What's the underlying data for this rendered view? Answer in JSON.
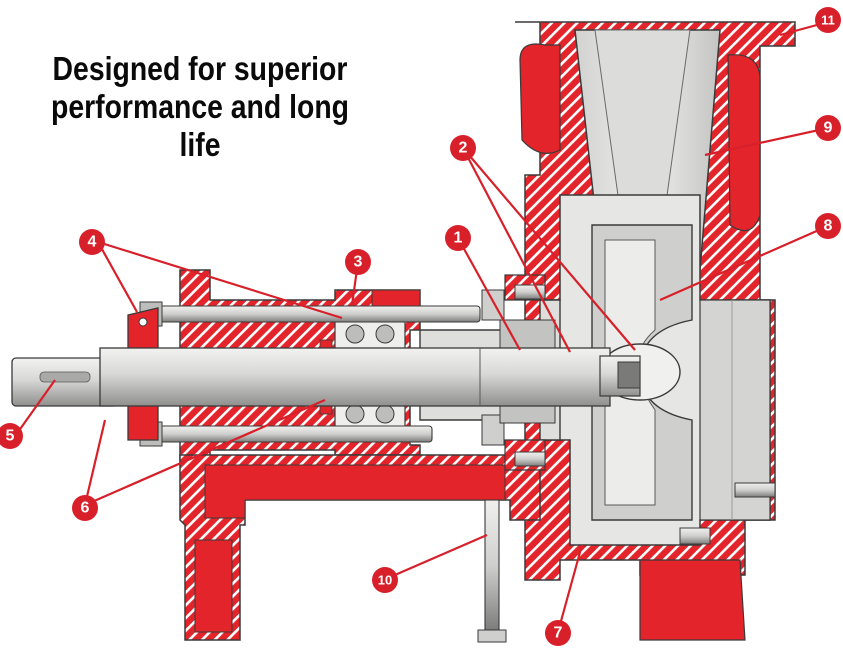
{
  "headline": {
    "line1": "Designed for superior",
    "line2": "performance and long life"
  },
  "colors": {
    "housing_red": "#e3242b",
    "hatch_white": "#ffffff",
    "steel_light": "#e4e4e2",
    "steel_mid": "#c9c9c7",
    "steel_dark": "#9a9a98",
    "outline": "#3a3a3a",
    "callout_red": "#d8202a"
  },
  "callouts": [
    {
      "id": "1",
      "label": "1"
    },
    {
      "id": "2",
      "label": "2"
    },
    {
      "id": "3",
      "label": "3"
    },
    {
      "id": "4",
      "label": "4"
    },
    {
      "id": "5",
      "label": "5"
    },
    {
      "id": "6",
      "label": "6"
    },
    {
      "id": "7",
      "label": "7"
    },
    {
      "id": "8",
      "label": "8"
    },
    {
      "id": "9",
      "label": "9"
    },
    {
      "id": "10",
      "label": "10"
    },
    {
      "id": "11",
      "label": "11"
    }
  ]
}
